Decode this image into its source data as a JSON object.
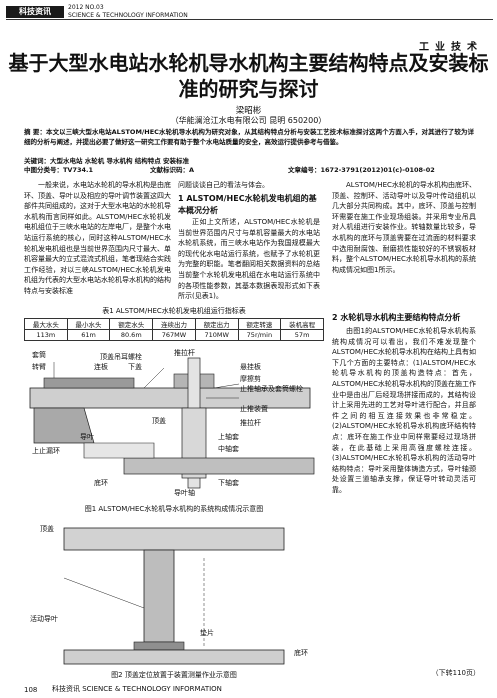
{
  "header": {
    "brand": "科技资讯",
    "issue_line1": "2012  NO.03",
    "issue_line2": "SCIENCE & TECHNOLOGY INFORMATION",
    "section": "工业技术"
  },
  "title_line1": "基于大型水电站水轮机导水机构主要结构特点及安装标",
  "title_line2": "准的研究与探讨",
  "author": "梁昭彬",
  "affiliation": "（华能澜沧江水电有限公司   昆明   650200）",
  "abstract": "摘 要：本文以三峡大型水电站ALSTOM/HEC水轮机导水机构为研究对象，从其结构特点分析与安装工艺技术标准探讨这两个方面入手，对其进行了较为详细的分析与阐述，并提出必要了做好这一研究工作要有助于整个水电站质量的安全，高效运行提供参考与借鉴。",
  "keywords": "关键词：大型水电站   水轮机   导水机构   结构特点   安装标准",
  "classification": "中图分类号：TV734.1",
  "doc_code": "文献标识码：A",
  "article_no": "文章编号：1672-3791(2012)01(c)-0108-02",
  "col1_intro": "一般来说，水电站水轮机的导水机构是由底环、顶盖、导叶以及相应的导叶调节装置这四大部件共同组成的，这对于大型水电站的水轮机导水机构而言同样如此。ALSTOM/HEC水轮机发电机组位于三峡水电站的左岸电厂，是整个水电站运行系统的核心，同时这种ALSTOM/HEC水轮机发电机组也是当前世界范围内尺寸最大、单机容量最大的立式混流式机组，笔者现结合实践工作经验，对以三峡ALSTOM/HEC水轮机发电机组为代表的大型水电站水轮机导水机构的结构特点与安装标准",
  "col2_intro": "问题谈谈自己的看法与体会。",
  "section1_heading": "1  ALSTOM/HEC水轮机发电机组的基本概况分析",
  "section1_text": "正如上文所述，ALSTOM/HEC水轮机是当前世界范围内尺寸与单机容量最大的水电站水轮机系统，而三峡水电站作为我国规模最大的现代化水电站运行系统，也赋予了水轮机更为完整的职能。笔者翻阅相关数据资料的总结当前整个水轮机发电机组在水电站运行系统中的各项性能参数，其基本数据表现形式如下表所示(见表1)。",
  "table1_caption": "表1  ALSTOM/HEC水轮机发电机组运行指标表",
  "table1": {
    "headers": [
      "最大水头",
      "最小水头",
      "额定水头",
      "连续出力",
      "额定出力",
      "额定转速",
      "装机高程"
    ],
    "values": [
      "113m",
      "61m",
      "80.6m",
      "767MW",
      "710MW",
      "75r/min",
      "57m"
    ]
  },
  "fig1": {
    "labels": [
      "套筒",
      "顶盖吊耳螺栓",
      "推拉杆",
      "转臂",
      "连板",
      "下盖",
      "悬挂板",
      "摩擦剪",
      "止推轴承及套筒螺栓",
      "止推装置",
      "推拉杆",
      "导叶",
      "上止漏环",
      "顶盖",
      "上轴套",
      "中轴套",
      "下轴套",
      "底环",
      "导叶轴"
    ],
    "caption": "图1  ALSTOM/HEC水轮机导水机构的系统构成情况示意图"
  },
  "fig2": {
    "labels": [
      "顶盖",
      "活动导叶",
      "垫片",
      "底环"
    ],
    "caption": "图2  顶盖定位放置于装置测量作业示意图"
  },
  "col3_text1": "ALSTOM/HEC水轮机的导水机构由底环、顶盖、控制环、活动导叶以及导叶传动组机以几大部分共同构成。其中，底环、顶盖与控制环需要在施工作业现场组装。并采用专业吊具对人机组进行安装作业。转轴数量比较多，导水机构的底环与顶盖需要在过流面的材料要求中选用耐腐蚀、耐磨损性能较好的不锈钢板材料，整个ALSTOM/HEC水轮机导水机构的系统构成情况如图1所示。",
  "section2_heading": "2  水轮机导水机构主要结构特点分析",
  "col3_text2": "由图1的ALSTOM/HEC水轮机导水机构系统构成情况可以看出，我们不难发现整个ALSTOM/HEC水轮机导水机构在结构上具有如下几个方面的主要特点：(1)ALSTOM/HEC水轮机导水机构的顶盖构造特点：首先，ALSTOM/HEC水轮机导水机构的顶盖在施工作业中是由出厂后经现场拼接而成的，其结构设计上采用先进的工艺对导叶进行配合，并且部件之间的相互连接效果也非常稳定。(2)ALSTOM/HEC水轮机导水机构底环结构特点：底环在施工作业中同样需要经过现场拼装，在此基础上采用高强度螺栓连接。(3)ALSTOM/HEC水轮机导水机构的活动导叶结构特点：导叶采用整体铸造方式，导叶轴颈处设置三道轴承支撑，保证导叶转动灵活可靠。",
  "page_number": "108",
  "footer_journal": "科技资讯  SCIENCE & TECHNOLOGY INFORMATION",
  "continued": "（下转110页）"
}
